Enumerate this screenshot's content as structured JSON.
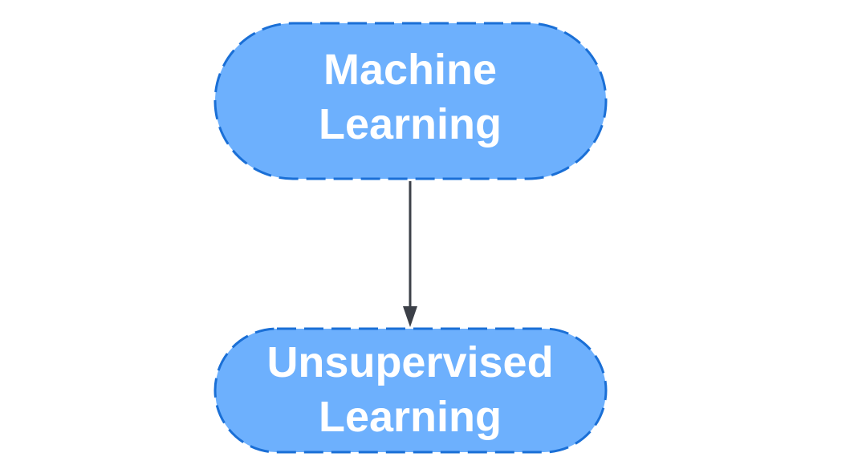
{
  "diagram": {
    "nodes": [
      {
        "id": "machine-learning",
        "lines": [
          "Machine",
          "Learning"
        ]
      },
      {
        "id": "unsupervised-learning",
        "lines": [
          "Unsupervised",
          "Learning"
        ]
      }
    ],
    "edges": [
      {
        "from": "machine-learning",
        "to": "unsupervised-learning"
      }
    ],
    "colors": {
      "node_fill": "#6db0fd",
      "node_border": "#1a6fd6",
      "edge": "#3c4048",
      "label": "#ffffff"
    }
  }
}
